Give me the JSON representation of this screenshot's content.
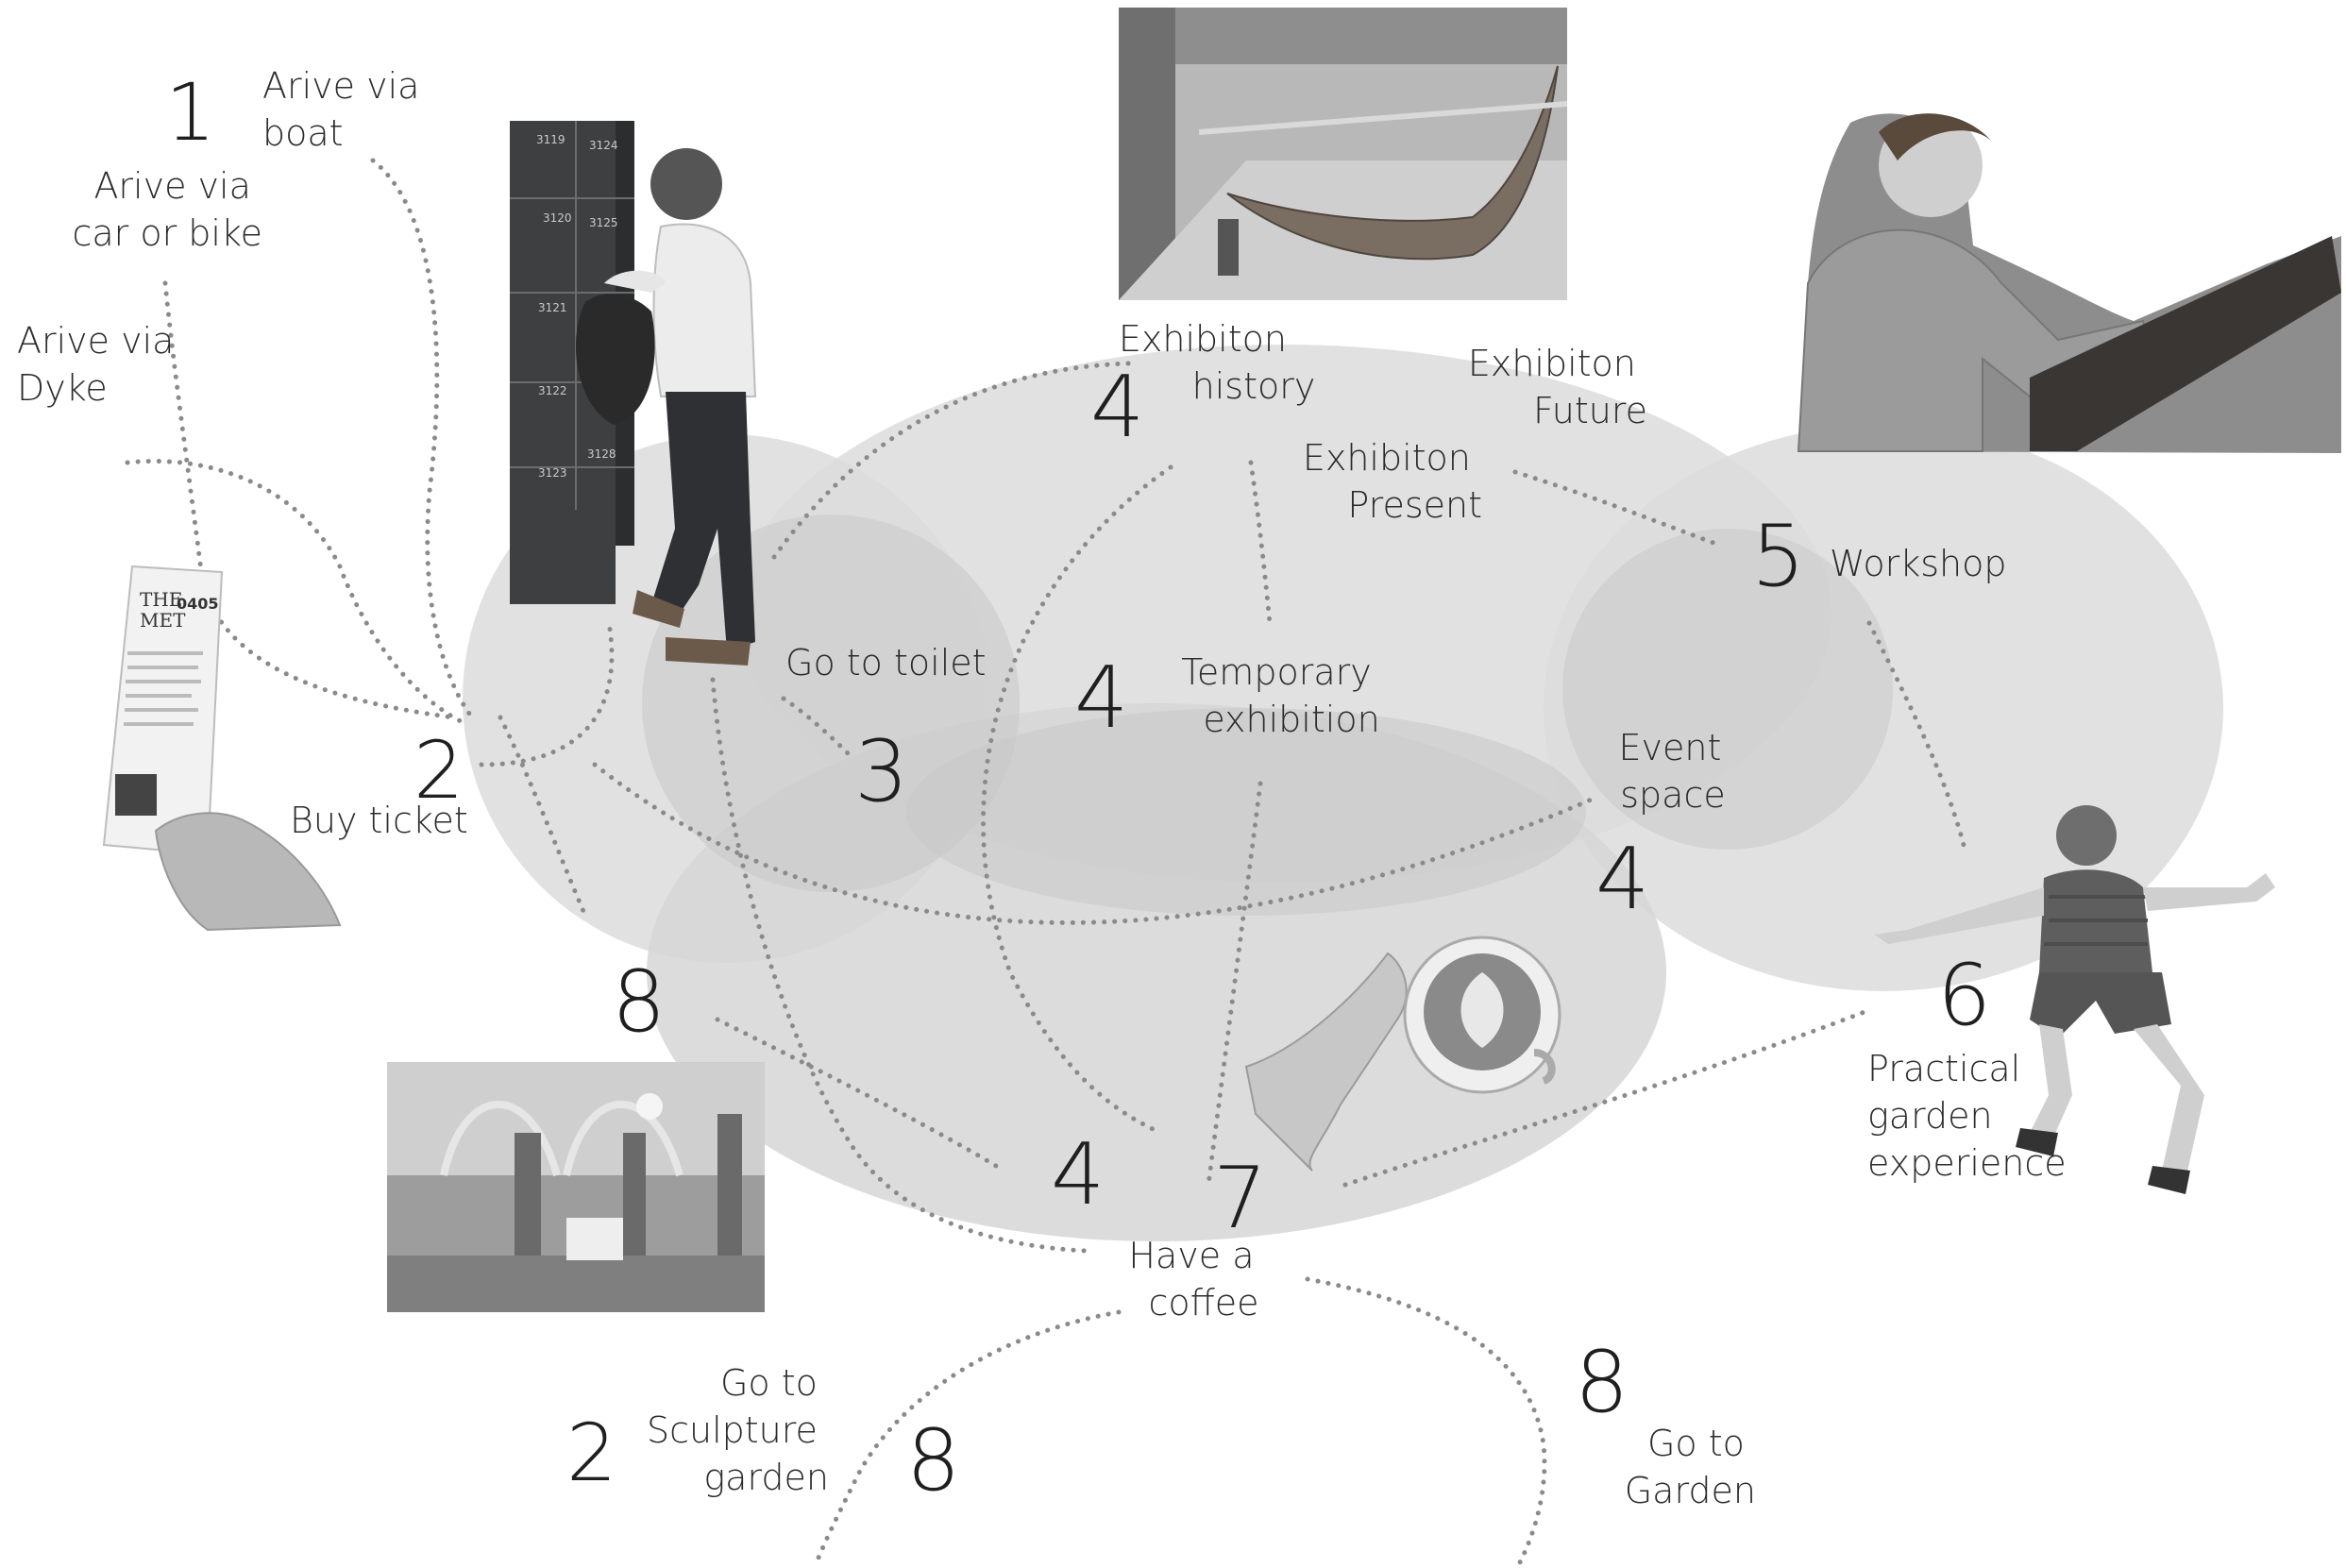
{
  "steps": {
    "arrive_boat": {
      "number": "1",
      "label_lines": [
        "Arive via",
        "boat"
      ]
    },
    "arrive_car": {
      "label_lines": [
        "Arive via",
        "car or bike"
      ]
    },
    "arrive_dyke": {
      "label_lines": [
        "Arive via",
        "Dyke"
      ]
    },
    "buy_ticket": {
      "number": "2",
      "label": "Buy ticket"
    },
    "toilet": {
      "number": "3",
      "label": "Go to toilet"
    },
    "exhibition_history": {
      "number": "4",
      "label_lines": [
        "Exhibiton",
        "history"
      ]
    },
    "exhibition_future": {
      "label_lines": [
        "Exhibiton",
        "Future"
      ]
    },
    "exhibition_present": {
      "label_lines": [
        "Exhibiton",
        "Present"
      ]
    },
    "temporary": {
      "number": "4",
      "label_lines": [
        "Temporary",
        "exhibition"
      ]
    },
    "event_space": {
      "number": "4",
      "label_lines": [
        "Event",
        "space"
      ]
    },
    "workshop": {
      "number": "5",
      "label": "Workshop"
    },
    "garden_experience": {
      "number": "6",
      "label_lines": [
        "Practical",
        "garden",
        "experience"
      ]
    },
    "coffee": {
      "number": "7",
      "label_lines": [
        "Have a",
        "coffee"
      ]
    },
    "shop_number": {
      "number": "8"
    },
    "lower_four": {
      "number": "4"
    },
    "sculpture_garden": {
      "numbers": [
        "2",
        "8"
      ],
      "label_lines": [
        "Go to",
        "Sculpture",
        "garden"
      ]
    },
    "go_to_garden": {
      "number": "8",
      "label_lines": [
        "Go to",
        "Garden"
      ]
    }
  },
  "ticket": {
    "brand_top": "THE",
    "brand_bottom": "MET",
    "code": "0405"
  },
  "lockers": [
    "3119",
    "3124",
    "3120",
    "3125",
    "3121",
    "3122",
    "3123",
    "3128"
  ],
  "colors": {
    "zone_fill": "#dedede",
    "overlap_fill": "#c9c9c9",
    "path": "#8a8a8a",
    "text": "#2b2b2b"
  },
  "icons": [
    "locker-person-photo",
    "boat-exhibition-photo",
    "interactive-table-photo",
    "ticket-hand-photo",
    "museum-shop-photo",
    "coffee-cup-photo",
    "jumping-boy-photo"
  ]
}
